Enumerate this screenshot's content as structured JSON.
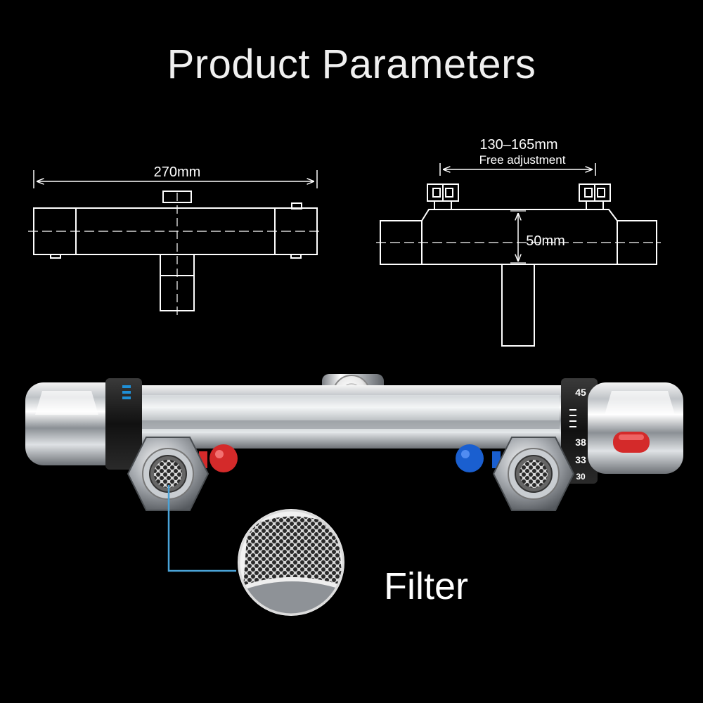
{
  "title": "Product Parameters",
  "left_drawing": {
    "width_label": "270mm"
  },
  "right_drawing": {
    "spacing_label": "130–165mm",
    "spacing_note": "Free adjustment",
    "height_label": "50mm"
  },
  "dial_numbers": [
    "45",
    "38",
    "33",
    "30"
  ],
  "callout_label": "Filter",
  "colors": {
    "background": "#000000",
    "line_art": "#ffffff",
    "callout_line": "#4aa3d8",
    "hot": "#d42a2a",
    "cold": "#1a5fd0"
  }
}
